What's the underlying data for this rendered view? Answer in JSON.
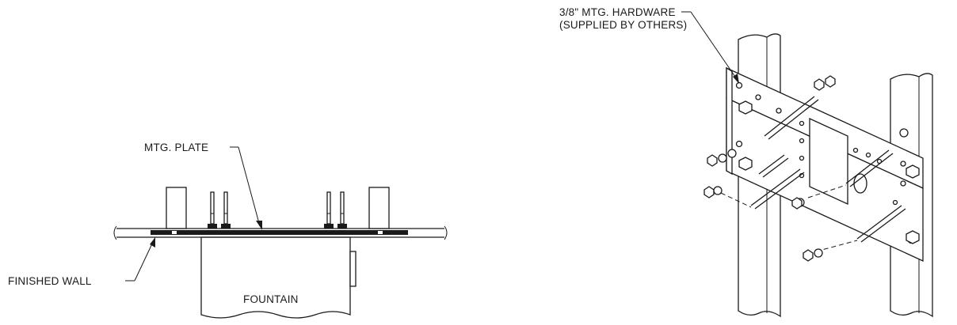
{
  "section_view": {
    "labels": {
      "mounting_plate": "MTG. PLATE",
      "finished_wall": "FINISHED WALL",
      "fountain": "FOUNTAIN"
    }
  },
  "isometric_view": {
    "labels": {
      "hardware_line1": "3/8\" MTG. HARDWARE",
      "hardware_line2": "(SUPPLIED BY OTHERS)"
    }
  },
  "colors": {
    "line": "#1a1a1a",
    "background": "#ffffff"
  }
}
